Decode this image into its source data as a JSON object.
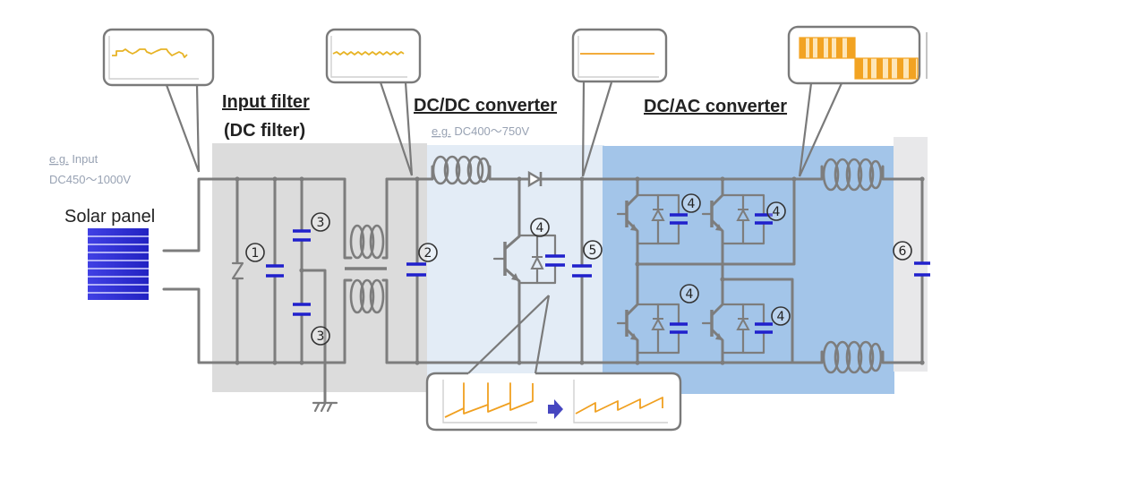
{
  "source": {
    "note_prefix": "e.g.",
    "note_text": "Input",
    "voltage": "DC450〜1000V",
    "label": "Solar panel"
  },
  "sections": [
    {
      "id": "input-filter",
      "title": "Input filter",
      "subtitle": "(DC filter)"
    },
    {
      "id": "dcdc-converter",
      "title": "DC/DC converter",
      "note_prefix": "e.g.",
      "note_text": "DC400〜750V"
    },
    {
      "id": "dcac-converter",
      "title": "DC/AC converter"
    }
  ],
  "markers": [
    {
      "number": "1"
    },
    {
      "number": "3"
    },
    {
      "number": "3"
    },
    {
      "number": "2"
    },
    {
      "number": "4"
    },
    {
      "number": "5"
    },
    {
      "number": "4"
    },
    {
      "number": "4"
    },
    {
      "number": "4"
    },
    {
      "number": "4"
    },
    {
      "number": "6"
    }
  ],
  "callouts": [
    {
      "waveform": "stepped-ripple"
    },
    {
      "waveform": "small-ripple"
    },
    {
      "waveform": "flat-dc"
    },
    {
      "waveform": "pwm-bipolar"
    },
    {
      "waveform_before": "large-sawtooth-ripple",
      "arrow": "right-arrow-icon",
      "waveform_after": "small-sawtooth-ripple"
    }
  ],
  "colors": {
    "wire": "#7d7d7d",
    "capacitor": "#2020cc",
    "waveform": "#f0a020",
    "callout_border": "#7a7a7a",
    "input_filter_band": "#dcdcdc",
    "dcdc_band": "#e3ecf6",
    "dcac_band": "#a3c5e9",
    "output_band": "#e8e8ea",
    "solar_panel": "#2b2bd0",
    "arrow": "#4646c0",
    "note_text": "#98a2b3"
  }
}
